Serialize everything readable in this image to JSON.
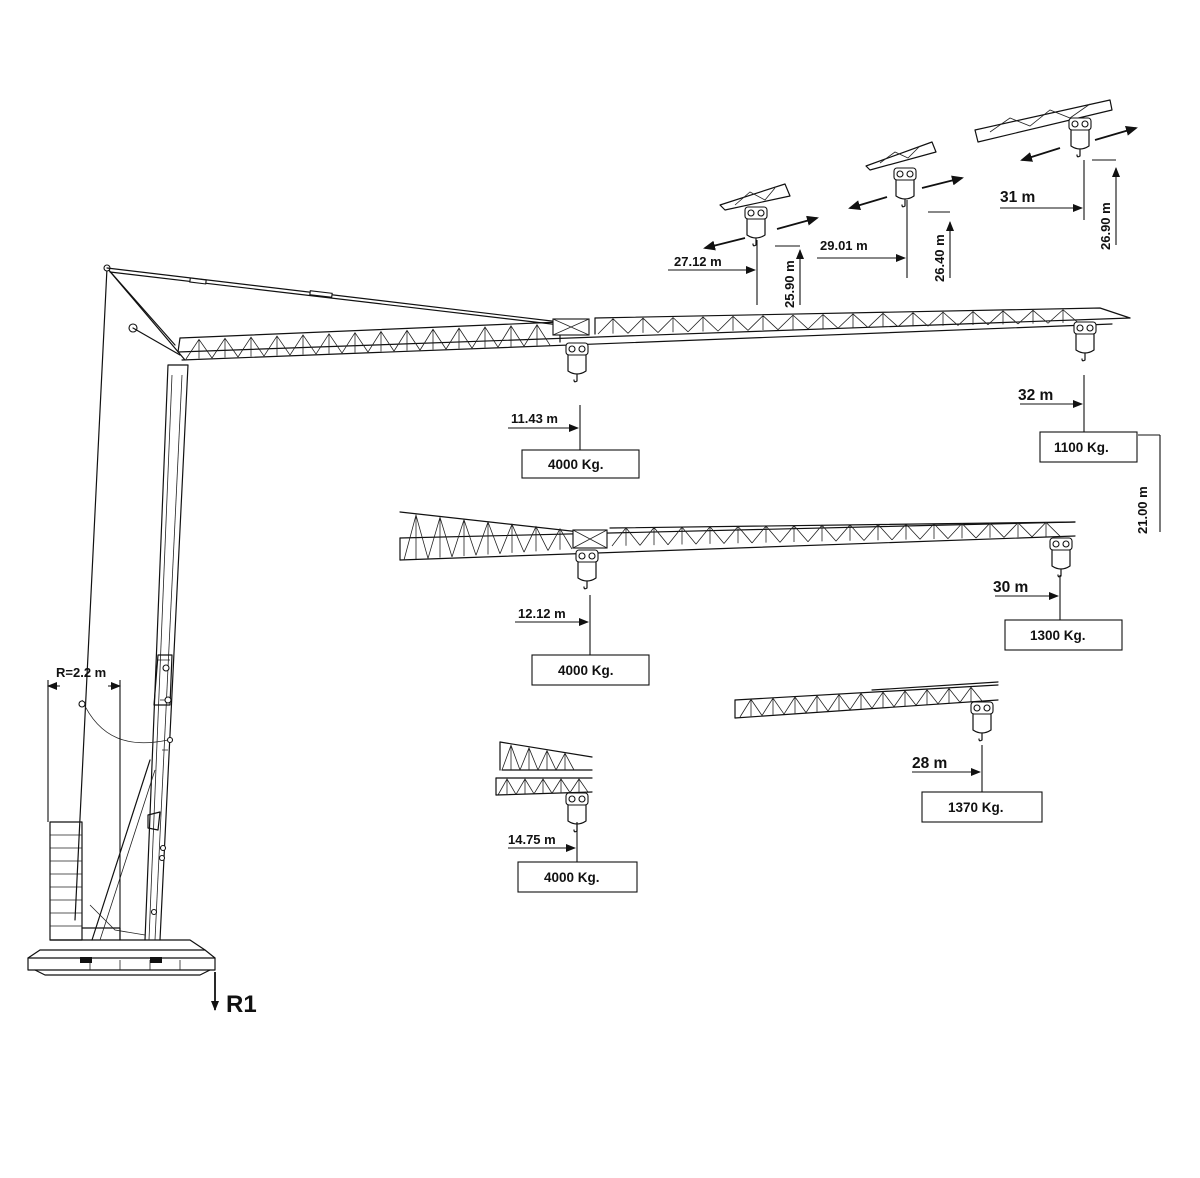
{
  "radius_label": "R=2.2 m",
  "reaction_label": "R1",
  "height_label": "21.00 m",
  "inclined": [
    {
      "radius": "27.12 m",
      "height": "25.90 m"
    },
    {
      "radius": "29.01 m",
      "height": "26.40 m"
    },
    {
      "radius": "31 m",
      "height": "26.90 m"
    }
  ],
  "horizontal": [
    {
      "inner_radius": "11.43 m",
      "inner_load": "4000 Kg.",
      "tip_radius": "32 m",
      "tip_load": "1100 Kg."
    },
    {
      "inner_radius": "12.12 m",
      "inner_load": "4000 Kg.",
      "tip_radius": "30 m",
      "tip_load": "1300 Kg."
    }
  ],
  "short_jib": {
    "radius": "28 m",
    "load": "1370 Kg."
  },
  "folded_jib": {
    "radius": "14.75 m",
    "load": "4000 Kg."
  }
}
